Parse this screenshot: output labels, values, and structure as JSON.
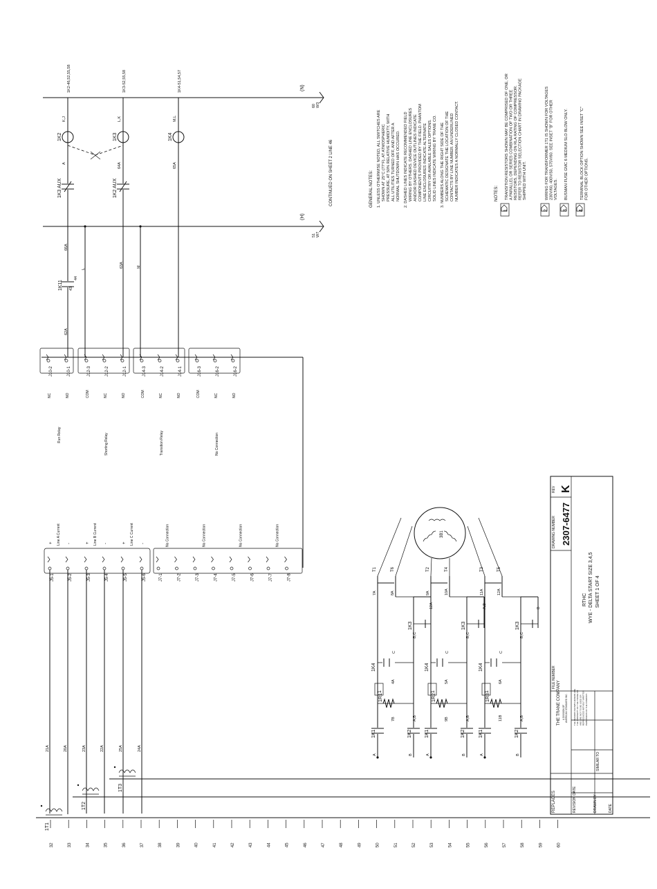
{
  "notes": {
    "general_title": "GENERAL NOTES:",
    "general": [
      "1.  UNLESS OTHERWISE NOTED, ALL SWITCHES ARE",
      "SHOWN AT 25°C (77°F), AT ATMOSPHERIC",
      "PRESSURE, AT 50% RELATIVE HUMIDITY, WITH",
      "ALL UTILITIES TURNED OFF, AND AFTER A",
      "NORMAL SHUTDOWN HAS OCCURED.",
      "2.  DASHED LINES INDICATE RECOMMENDED FIELD",
      "WIRING BY OTHERS. DASHED LINE ENCLOSURES",
      "AND/OR DASHED DEVICE OUTLINES INDICATE",
      "COMPONENTS PROVIDED BY THE FIELD. PHANTOM",
      "LINE ENCLOSURES INDICATE ALTERNATE",
      "CIRCUITRY OR AVAILABLE SALES OPTIONS.",
      "SOLID LINES INDICATE WIRING BY TRANE CO.",
      "3.  NUMBERS ALONG THE RIGHT SIDE OF THE",
      "SCHEMATIC DESIGNATE THE LOCATION OF THE",
      "CONTACTS BY LINE NUMBER. AN UNDERLINED",
      "NUMBER INDICATES A NORMALLY CLOSED CONTACT."
    ],
    "notes_title": "NOTES:",
    "items": [
      {
        "num": "1",
        "lines": [
          "TRANSITION RESISTORS SHOWN MAY BE COMPRISED OF ONE, OR",
          "A PARALLEL OR SERIES COMBINATION OF TWO OR THREE",
          "RESISTORS, DEPENDING ON RLA RATING OF COMPRESSOR.",
          "REFER TO RESISTOR SELECTION CHART IN DRAWING PACKAGE",
          "SHIPPED WITH UNIT."
        ]
      },
      {
        "num": "2",
        "lines": [
          "WIRING FOR TRANSFORMER 1T1 IS SHOWN FOR VOLTAGES",
          "230V/60, 400V/50, 575V/60. SEE INSET \"B\" FOR OTHER",
          "VOLTAGES."
        ]
      },
      {
        "num": "3",
        "lines": [
          "BUSMAN FUSE GMC 6 MEDIUM SLO BLOW ONLY."
        ]
      },
      {
        "num": "4",
        "lines": [
          "TERMINAL BLOCK OPTION SHOWN SEE INSET \"C\"",
          "FOR OTHER OPTIONS."
        ]
      }
    ]
  },
  "continued": "CONTINUED ON SHEET 2 LINE 46",
  "rails": {
    "h": "(H)",
    "h_wire": "51",
    "h_wire2": "W7",
    "n": "(N)",
    "n_wire": "60",
    "n_wire2": "W3"
  },
  "coils": [
    {
      "tag": "1K2",
      "ref": "1K2-46,52,55,58",
      "aux": "1K3 AUX",
      "wire": "A",
      "terms": "K,J"
    },
    {
      "tag": "1K3",
      "ref": "1K3-52,55,58",
      "aux": "1K2 AUX",
      "wire": "64A",
      "terms": "L,K"
    },
    {
      "tag": "1K4",
      "ref": "1K4-51,54,57",
      "wire": "65A",
      "terms": "M,L"
    }
  ],
  "contact_1k11": {
    "tag": "1K11",
    "t1": "43",
    "t2": "44",
    "wire_in": "62A",
    "wire_out": "66A"
  },
  "wires": {
    "w63a": "63A",
    "wl": "L",
    "wm": "M"
  },
  "relays": [
    {
      "name": "Run Relay",
      "terms": [
        "J10-2",
        "J10-1"
      ],
      "labels": [
        "NC",
        "NO"
      ]
    },
    {
      "name": "Shorting Relay",
      "terms": [
        "J12-3",
        "J12-2",
        "J12-1"
      ],
      "labels": [
        "COM",
        "NC",
        "NO"
      ]
    },
    {
      "name": "Transition Relay",
      "terms": [
        "J14-3",
        "J14-2",
        "J14-1"
      ],
      "labels": [
        "COM",
        "NC",
        "NO"
      ]
    },
    {
      "name": "No Connection",
      "terms": [
        "J16-3",
        "J16-2",
        "J16-2"
      ],
      "labels": [
        "COM",
        "NC",
        "NO"
      ]
    }
  ],
  "ct_terms": [
    "J5-1",
    "J5-2",
    "J5-3",
    "J5-4",
    "J5-5",
    "J5-6"
  ],
  "ct_labels": [
    "Line A Current",
    "Line B Current",
    "Line C Current"
  ],
  "ct_signs": [
    "+",
    "-",
    "+",
    "-",
    "+",
    "-"
  ],
  "j7_terms": [
    "J7-1",
    "J7-2",
    "J7-3",
    "J7-4",
    "J7-5",
    "J7-6",
    "J7-7",
    "J7-8"
  ],
  "j7_label": "No Connection",
  "ct_wires": [
    "21A",
    "20A",
    "23A",
    "22A",
    "25A",
    "24A"
  ],
  "transformers": [
    "1T1",
    "1T2",
    "1T3"
  ],
  "motor": {
    "tag": "3B1",
    "leads": [
      "T1",
      "T6",
      "T2",
      "T4",
      "T3",
      "T5"
    ],
    "wires": [
      "7A",
      "8A",
      "9A",
      "10A",
      "11A",
      "12A"
    ]
  },
  "phases": [
    {
      "k1": "1K1",
      "k2": "1K2",
      "k3": "1K3",
      "k4": "1K4",
      "res": "1R1",
      "rw1": "7B",
      "rw2": "4A",
      "p1": "A",
      "p2": "B",
      "c1": "A,B",
      "c2": "C",
      "c3": "B,C",
      "w3": "12A"
    },
    {
      "k1": "1K1",
      "k2": "1K2",
      "k3": "1K3",
      "k4": "1K4",
      "res": "1R2",
      "rw1": "9B",
      "rw2": "5A",
      "p1": "A",
      "p2": "B",
      "c1": "A,B",
      "c2": "C",
      "c3": "B,C",
      "w3": "A,B"
    },
    {
      "k1": "1K1",
      "k2": "1K2",
      "k3": "1K3",
      "k4": "1K4",
      "res": "1R3",
      "rw1": "11B",
      "rw2": "6A",
      "p1": "A",
      "p2": "B",
      "c1": "A,B",
      "c2": "C",
      "c3": "B,C",
      "w3": "B"
    }
  ],
  "note_flag": "1",
  "line_numbers": [
    "32",
    "33",
    "34",
    "35",
    "36",
    "37",
    "38",
    "39",
    "40",
    "41",
    "42",
    "43",
    "44",
    "45",
    "46",
    "47",
    "48",
    "49",
    "50",
    "51",
    "52",
    "53",
    "54",
    "55",
    "56",
    "57",
    "58",
    "59",
    "60"
  ],
  "title_block": {
    "replaces": "REPLACES",
    "company": "THE TRANE COMPANY",
    "division": "A DIVISION OF",
    "division2": "AMERICAN STANDARD INC.",
    "fine": [
      "THE DESIGNS SHOWN HEREON ARE",
      "THE PROPERTY OF THE TRANE CO.",
      "AND ARE NOT TO BE USED OR",
      "REPRODUCED WITHOUT WRITTEN",
      "PERMISSION OF THE COMPANY."
    ],
    "file_label": "FILE NUMBER",
    "drawing_label": "DRAWING NUMBER",
    "drawing_number": "2307-6477",
    "rev_label": "REV",
    "rev": "K",
    "revision_date": "REVISION DATE",
    "drawn_by": "DRAWN BY",
    "date": "DATE",
    "similar": "SIMILAR TO",
    "desc1": "RTHC",
    "desc2": "WYE - DELTA START   SIZE 3,4,5",
    "sheet": "SHEET 1 OF 4"
  }
}
